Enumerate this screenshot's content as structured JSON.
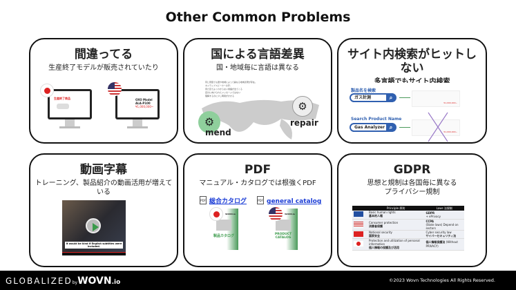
{
  "page_title": "Other Common Problems",
  "cards": [
    {
      "title": "間違ってる",
      "subtitle": "生産終了モデルが販売されていたり",
      "jp_screen_label": "生産終了商品",
      "us_screen_label": "OXO Model ALA-P100",
      "us_price": "¥1,000,000~"
    },
    {
      "title": "国による言語差異",
      "subtitle": "国・地域毎に言語は異なる",
      "map_left_word": "mend",
      "map_right_word": "repair",
      "notes": [
        "同じ意図でも国や地域によって異なる地域表現が存在。",
        "ネイティブスピーカーの声：",
        "見た目でよくわからない用語が出てくる",
        "自分に向けられたメッセージではない",
        "理解するのに少し時間がかかる"
      ]
    },
    {
      "title": "サイト内検索がヒットしない",
      "subtitle": "多言語でもサイト内検索",
      "jp_search_label": "製品名を検索",
      "jp_search_value": "ガス計測",
      "en_search_label": "Search Product Name",
      "en_search_value": "Gas Analyzer",
      "price": "¥1,000,000~"
    },
    {
      "title": "動画字幕",
      "subtitle": "トレーニング、製品紹介の動画活用が増えている",
      "caption": "It would be kind if English subtitles were included."
    },
    {
      "title": "PDF",
      "subtitle": "マニュアル・カタログでは根強くPDF",
      "pdf_icon": "PDF",
      "link_jp": "総合カタログ",
      "link_en": "general catalog",
      "brand": "WOVN.io",
      "jp_cover": "製品カタログ",
      "en_cover": "PRODUCT CATALOG"
    },
    {
      "title": "GDPR",
      "subtitle": "思想と規制は各国毎に異なる\nプライバシー規制",
      "table_headers": [
        "",
        "Principle 原則",
        "Laws 法規制"
      ],
      "table_rows": [
        {
          "flag": "EU",
          "principle_en": "Basic human rights",
          "principle": "基本的人権",
          "law": "GDPR",
          "law_note": "+ ePrivacy"
        },
        {
          "flag": "US",
          "principle_en": "Consumer protection",
          "principle": "消費者保護",
          "law": "CCPA",
          "law_note": "(State laws) Depend on sectors"
        },
        {
          "flag": "CN",
          "principle_en": "National security",
          "principle": "国家安全",
          "law": "サイバーセキュリティ法",
          "law_note": "Cyber security law"
        },
        {
          "flag": "JP",
          "principle_en": "Protection and utilization of personal information",
          "principle": "個人情報の保護及び活用",
          "law": "個人情報保護法",
          "law_note": "(Without PRIVACY)"
        }
      ]
    }
  ],
  "footer": {
    "logo_left": "GLOBALIZED",
    "logo_by": "by",
    "logo_brand": "WOVN",
    "logo_tld": ".io",
    "copyright": "©2023 Wovn Technologies  All Rights Reserved."
  },
  "colors": {
    "accent_blue": "#3060b0",
    "link": "#1a3cd6",
    "red": "#d22",
    "green": "#4a9a5a"
  }
}
